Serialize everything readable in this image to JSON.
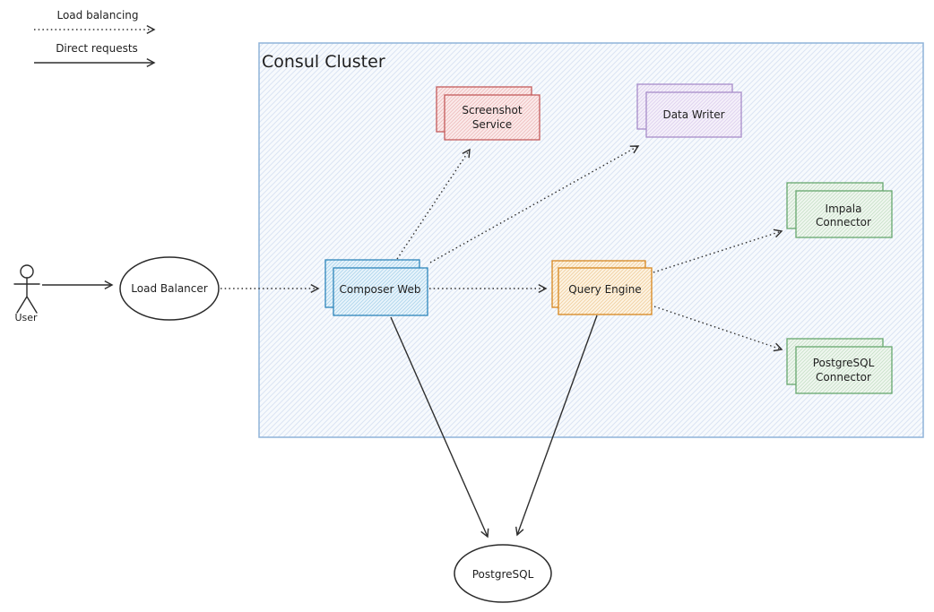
{
  "diagram": {
    "type": "architecture-diagram",
    "cluster": {
      "title": "Consul Cluster"
    },
    "legend": {
      "load_balancing": "Load balancing",
      "direct_requests": "Direct requests"
    },
    "nodes": {
      "user": {
        "label": "User",
        "shape": "actor"
      },
      "load_balancer": {
        "label": "Load Balancer",
        "shape": "ellipse"
      },
      "composer_web": {
        "label": "Composer Web",
        "shape": "stacked-rect",
        "color_key": "blue"
      },
      "query_engine": {
        "label": "Query Engine",
        "shape": "stacked-rect",
        "color_key": "orange"
      },
      "screenshot_service": {
        "line1": "Screenshot",
        "line2": "Service",
        "shape": "stacked-rect",
        "color_key": "red"
      },
      "data_writer": {
        "label": "Data Writer",
        "shape": "stacked-rect",
        "color_key": "purple"
      },
      "impala_connector": {
        "line1": "Impala",
        "line2": "Connector",
        "shape": "stacked-rect",
        "color_key": "green"
      },
      "postgresql_connector": {
        "line1": "PostgreSQL",
        "line2": "Connector",
        "shape": "stacked-rect",
        "color_key": "green"
      },
      "postgresql_db": {
        "label": "PostgreSQL",
        "shape": "ellipse"
      }
    },
    "edges": [
      {
        "from": "User",
        "to": "Load Balancer",
        "style": "solid"
      },
      {
        "from": "Load Balancer",
        "to": "Composer Web",
        "style": "dotted"
      },
      {
        "from": "Composer Web",
        "to": "Screenshot Service",
        "style": "dotted"
      },
      {
        "from": "Composer Web",
        "to": "Data Writer",
        "style": "dotted"
      },
      {
        "from": "Composer Web",
        "to": "Query Engine",
        "style": "dotted"
      },
      {
        "from": "Query Engine",
        "to": "Impala Connector",
        "style": "dotted"
      },
      {
        "from": "Query Engine",
        "to": "PostgreSQL Connector",
        "style": "dotted"
      },
      {
        "from": "Composer Web",
        "to": "PostgreSQL",
        "style": "solid"
      },
      {
        "from": "Query Engine",
        "to": "PostgreSQL",
        "style": "solid"
      }
    ],
    "palette": {
      "text": "#1f1f1f",
      "arrow": "#2e2e2e",
      "cluster_stroke": "#8fb3d9",
      "cluster_base": "#f7fafd",
      "cluster_hatch": "#dbe4f3",
      "blue_stroke": "#2e86bb",
      "blue_base": "#e9f4fb",
      "blue_hatch": "#aed5ec",
      "orange_stroke": "#d8871f",
      "orange_base": "#fdf4e4",
      "orange_hatch": "#f0d0a0",
      "red_stroke": "#c45b5b",
      "red_base": "#fbebeb",
      "red_hatch": "#efbebe",
      "purple_stroke": "#a78cc9",
      "purple_base": "#f5f1fa",
      "purple_hatch": "#ded1ef",
      "green_stroke": "#67a76e",
      "green_base": "#f0f7f0",
      "green_hatch": "#c9e2c9"
    }
  }
}
